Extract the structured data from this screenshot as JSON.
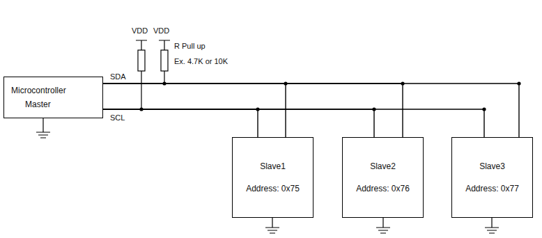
{
  "diagram": {
    "nodes": [
      {
        "text": [
          "Microcontroller",
          "Master"
        ]
      },
      {
        "text": [
          "Slave1",
          "Address: 0x75"
        ]
      },
      {
        "text": [
          "Slave2",
          "Address: 0x76"
        ]
      },
      {
        "text": [
          "Slave3",
          "Address: 0x77"
        ]
      }
    ],
    "edges": [
      {
        "from": 0,
        "to": 1,
        "arrow": "none"
      },
      {
        "from": 0,
        "to": 1,
        "arrow": "none"
      },
      {
        "from": 0,
        "to": 2,
        "arrow": "none"
      },
      {
        "from": 0,
        "to": 2,
        "arrow": "none"
      },
      {
        "from": 0,
        "to": 3,
        "arrow": "none"
      },
      {
        "from": 0,
        "to": 3,
        "arrow": "none"
      }
    ],
    "labels": [
      "VDD",
      "VDD",
      "R Pull up",
      "Ex. 4.7K or 10K",
      "SDA",
      "SCL"
    ]
  }
}
